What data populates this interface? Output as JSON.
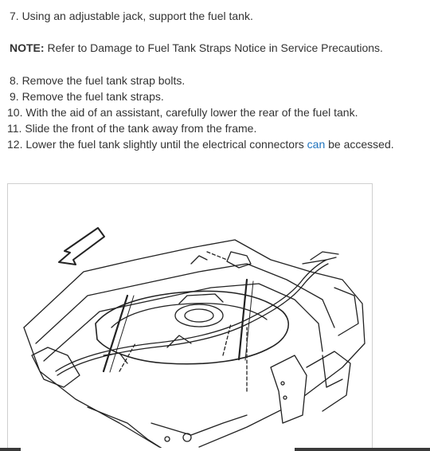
{
  "steps": {
    "step7": "7. Using an adjustable jack, support the fuel tank.",
    "note_label": "NOTE:",
    "note_text": " Refer to Damage to Fuel Tank Straps Notice in Service Precautions.",
    "step8": "8. Remove the fuel tank strap bolts.",
    "step9": "9. Remove the fuel tank straps.",
    "step10": "10. With the aid of an assistant, carefully lower the rear of the fuel tank.",
    "step11": "11. Slide the front of the tank away from the frame.",
    "step12_before": "12. Lower the fuel tank slightly until the electrical connectors ",
    "step12_link": "can",
    "step12_after": " be accessed."
  },
  "colors": {
    "text": "#333333",
    "link": "#1e73be"
  },
  "figure": {
    "icon": "forward-arrow-icon"
  }
}
